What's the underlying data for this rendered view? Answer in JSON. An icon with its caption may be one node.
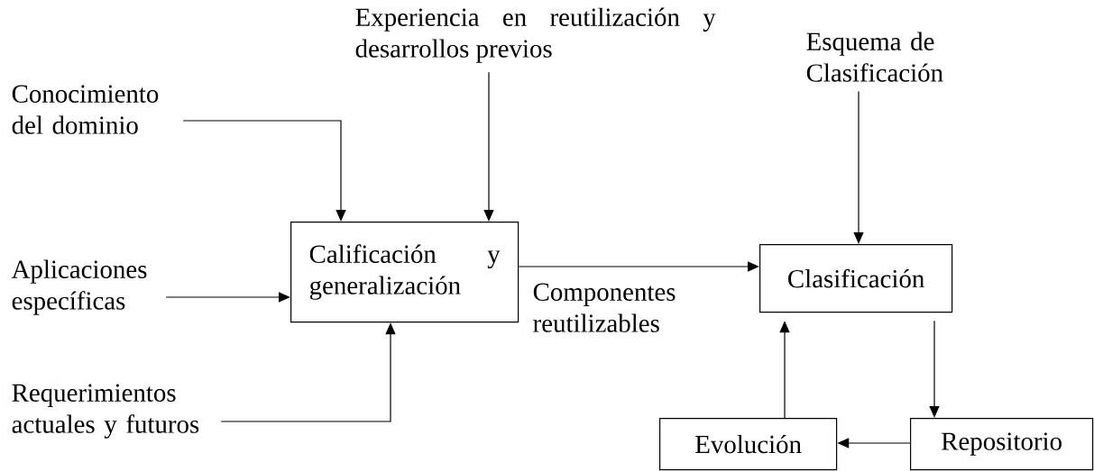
{
  "diagram": {
    "nodes": [
      {
        "text": [
          "Experiencia en reutilización y desarrollos previos"
        ]
      },
      {
        "text": [
          "Conocimiento del dominio"
        ]
      },
      {
        "text": [
          "Esquema de Clasificación"
        ]
      },
      {
        "text": [
          "Calificación y generalización"
        ]
      },
      {
        "text": [
          "Clasificación"
        ]
      },
      {
        "text": [
          "Aplicaciones específicas"
        ]
      },
      {
        "text": [
          "Requerimientos actuales y futuros"
        ]
      },
      {
        "text": [
          "Evolución"
        ]
      },
      {
        "text": [
          "Repositorio"
        ]
      }
    ],
    "edges": [
      {
        "from": 1,
        "to": 3,
        "arrow": "to"
      },
      {
        "from": 0,
        "to": 3,
        "arrow": "to"
      },
      {
        "from": 5,
        "to": 3,
        "arrow": "to"
      },
      {
        "from": 6,
        "to": 3,
        "arrow": "to"
      },
      {
        "from": 3,
        "to": 4,
        "arrow": "to",
        "label": "Componentes reutilizables"
      },
      {
        "from": 2,
        "to": 4,
        "arrow": "to"
      },
      {
        "from": 4,
        "to": 8,
        "arrow": "to"
      },
      {
        "from": 8,
        "to": 7,
        "arrow": "to"
      },
      {
        "from": 7,
        "to": 4,
        "arrow": "to"
      }
    ]
  }
}
